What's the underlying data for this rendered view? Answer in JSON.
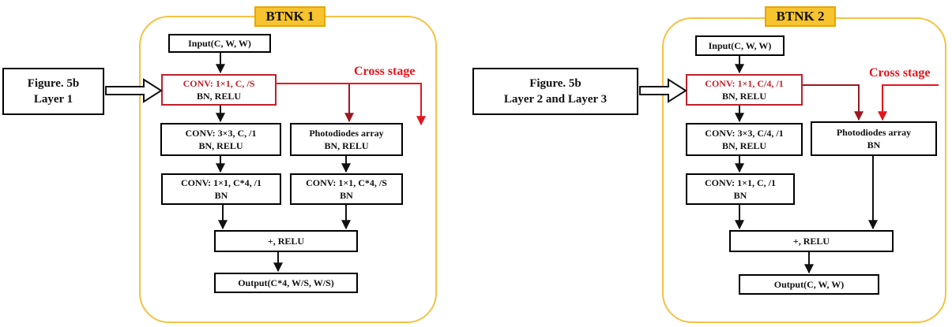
{
  "left": {
    "badge": "BTNK 1",
    "source": {
      "line1": "Figure. 5b",
      "line2": "Layer 1"
    },
    "cross_stage": "Cross stage",
    "input": "Input(C, W, W)",
    "conv1": {
      "line1": "CONV: 1×1, C, /S",
      "line2": "BN, RELU"
    },
    "conv2": {
      "line1": "CONV: 3×3, C, /1",
      "line2": "BN, RELU"
    },
    "conv3": {
      "line1": "CONV: 1×1, C*4, /1",
      "line2": "BN"
    },
    "photo": {
      "line1": "Photodiodes array",
      "line2": "BN, RELU"
    },
    "conv4": {
      "line1": "CONV: 1×1, C*4, /S",
      "line2": "BN"
    },
    "add": "+, RELU",
    "output": "Output(C*4, W/S, W/S)"
  },
  "right": {
    "badge": "BTNK 2",
    "source": {
      "line1": "Figure. 5b",
      "line2": "Layer 2 and Layer 3"
    },
    "cross_stage": "Cross stage",
    "input": "Input(C, W, W)",
    "conv1": {
      "line1": "CONV: 1×1, C/4, /1",
      "line2": "BN, RELU"
    },
    "conv2": {
      "line1": "CONV: 3×3, C/4, /1",
      "line2": "BN, RELU"
    },
    "photo": {
      "line1": "Photodiodes array",
      "line2": "BN"
    },
    "conv3": {
      "line1": "CONV: 1×1, C, /1",
      "line2": "BN"
    },
    "add": "+, RELU",
    "output": "Output(C, W, W)"
  },
  "colors": {
    "panel_border": "#f5c242",
    "badge_fill": "#f7c32e",
    "highlight": "#c0202a",
    "cross_stage": "#e8141c"
  }
}
